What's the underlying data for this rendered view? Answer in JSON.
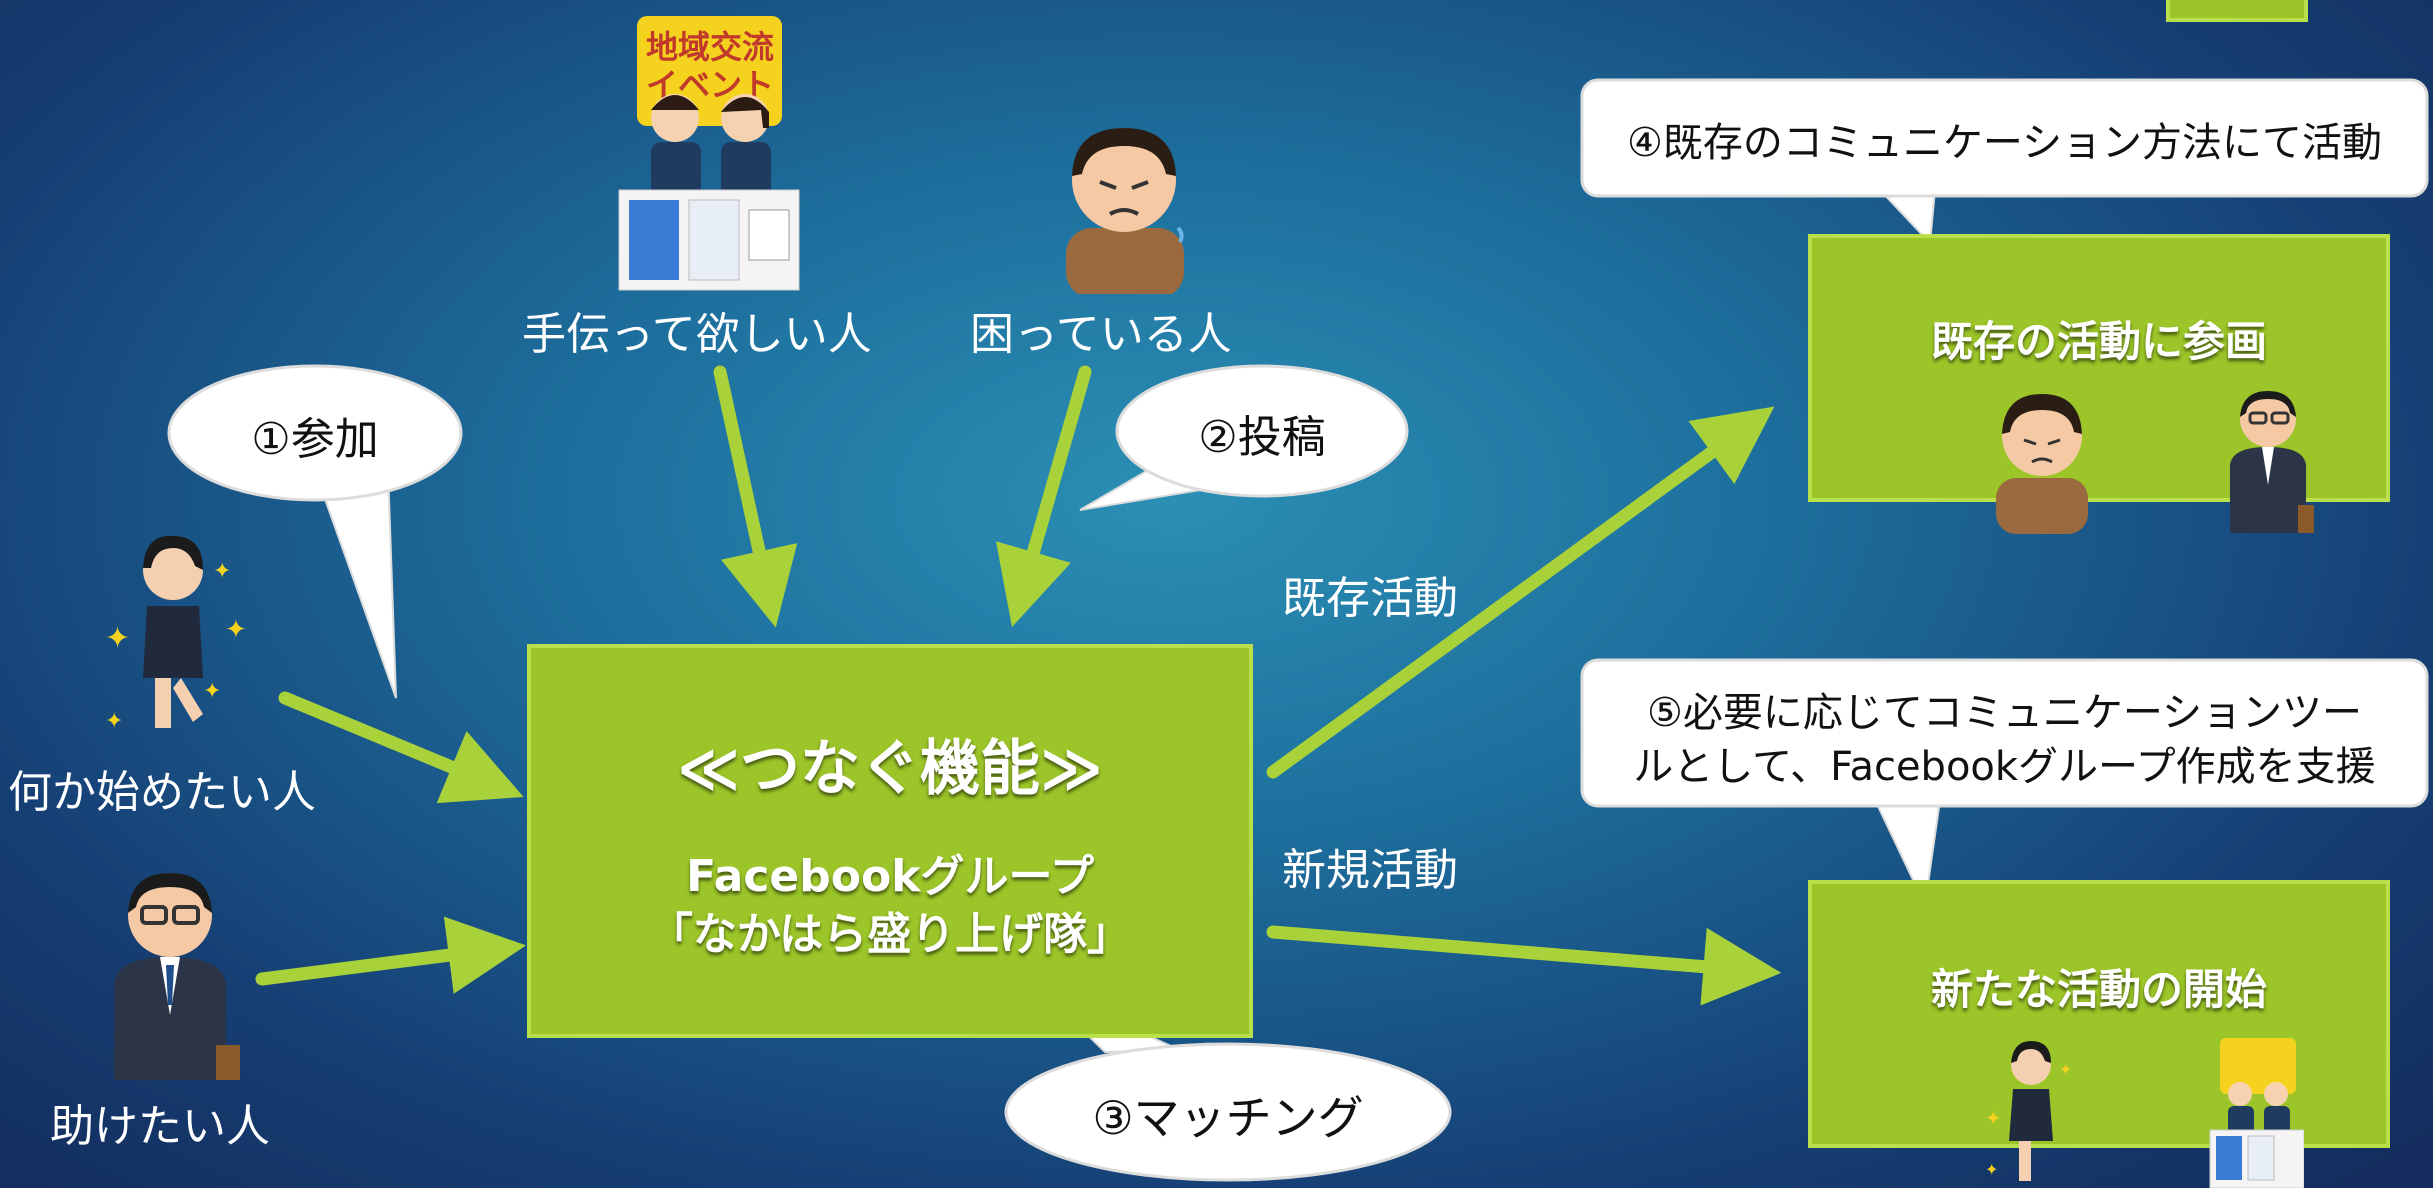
{
  "labels": {
    "helper_wanted": "手伝って欲しい人",
    "troubled": "困っている人",
    "starter": "何か始めたい人",
    "helper": "助けたい人",
    "existing_activity": "既存活動",
    "new_activity": "新規活動"
  },
  "bubbles": {
    "join": "①参加",
    "post": "②投稿",
    "matching": "③マッチング",
    "existing_comm": "④既存のコミュニケーション方法にて活動",
    "support_line1": "⑤必要に応じてコミュニケーションツー",
    "support_line2": "ルとして、Facebookグループ作成を支援"
  },
  "center": {
    "title": "≪つなぐ機能≫",
    "sub_line1": "Facebookグループ",
    "sub_line2": "「なかはら盛り上げ隊」"
  },
  "boxes": {
    "existing_title": "既存の活動に参画",
    "new_title": "新たな活動の開始"
  },
  "event_sign": {
    "line1": "地域交流",
    "line2": "イベント"
  },
  "colors": {
    "box_green": "#9bc528",
    "arrow_green": "#a8d13a",
    "bubble_white": "#ffffff"
  }
}
